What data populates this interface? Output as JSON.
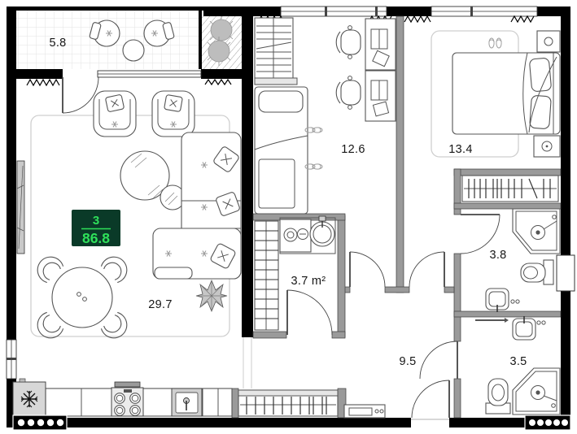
{
  "plan": {
    "title_badge": {
      "rooms_count": "3",
      "total_area": "86.8",
      "bg_color": "#0a3a28",
      "text_color": "#2fe05a"
    },
    "rooms": [
      {
        "id": "balcony",
        "label": "5.8"
      },
      {
        "id": "living-kitchen",
        "label": "29.7"
      },
      {
        "id": "bedroom-left",
        "label": "12.6"
      },
      {
        "id": "bedroom-right",
        "label": "13.4"
      },
      {
        "id": "laundry",
        "label": "3.7 m²"
      },
      {
        "id": "hallway",
        "label": "9.5"
      },
      {
        "id": "bathroom-top",
        "label": "3.8"
      },
      {
        "id": "bathroom-bottom",
        "label": "3.5"
      }
    ],
    "colors": {
      "exterior_wall": "#000000",
      "interior_wall": "#9a9a9a",
      "furniture_line": "#555555",
      "zone_outline": "#cfcfcf",
      "label_text": "#161616"
    }
  }
}
